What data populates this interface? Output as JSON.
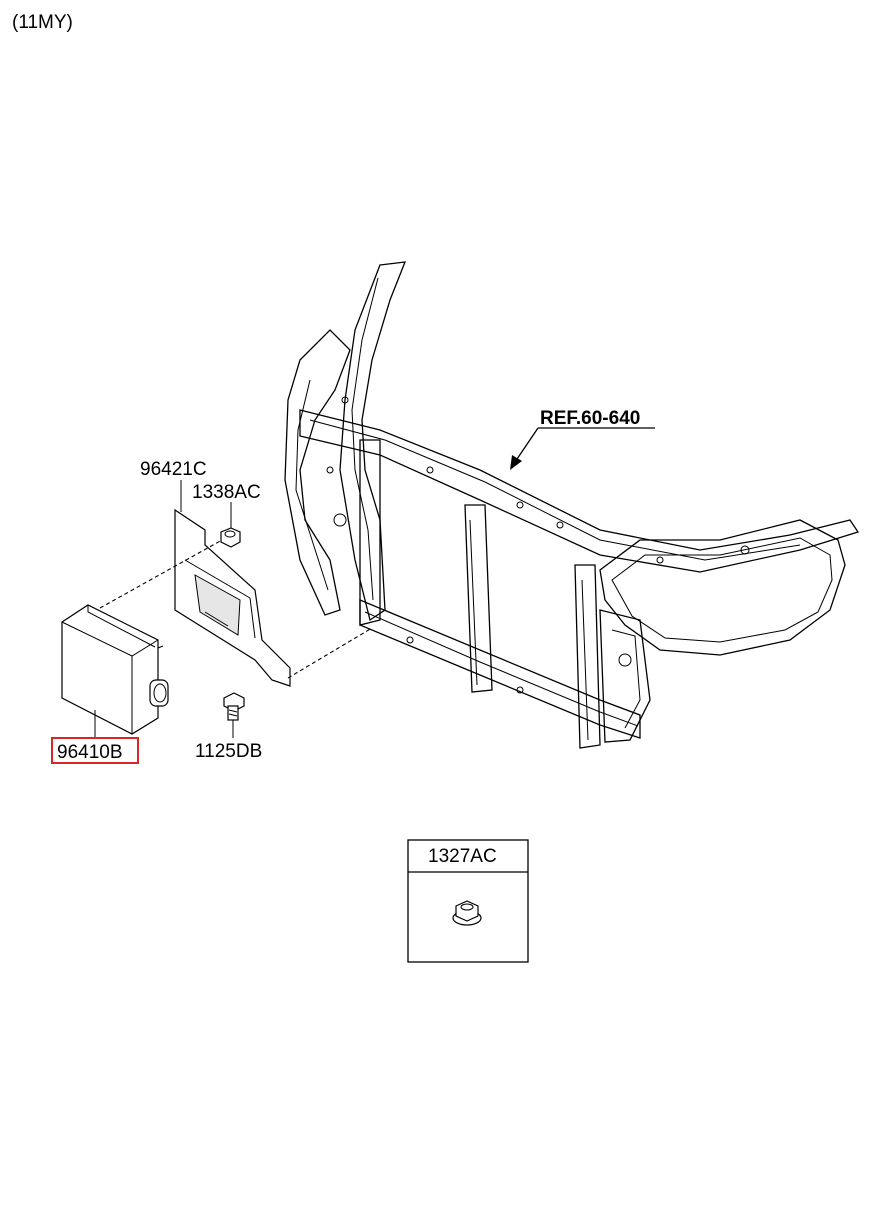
{
  "header": {
    "model_year": "(11MY)"
  },
  "reference": {
    "label": "REF.60-640"
  },
  "callouts": [
    {
      "id": "bracket",
      "label": "96421C"
    },
    {
      "id": "nut_top",
      "label": "1338AC"
    },
    {
      "id": "sensor_unit",
      "label": "96410B",
      "highlighted": true
    },
    {
      "id": "bolt",
      "label": "1125DB"
    }
  ],
  "detail_box": {
    "label": "1327AC"
  },
  "colors": {
    "highlight": "#d9262b",
    "ink": "#000000"
  }
}
